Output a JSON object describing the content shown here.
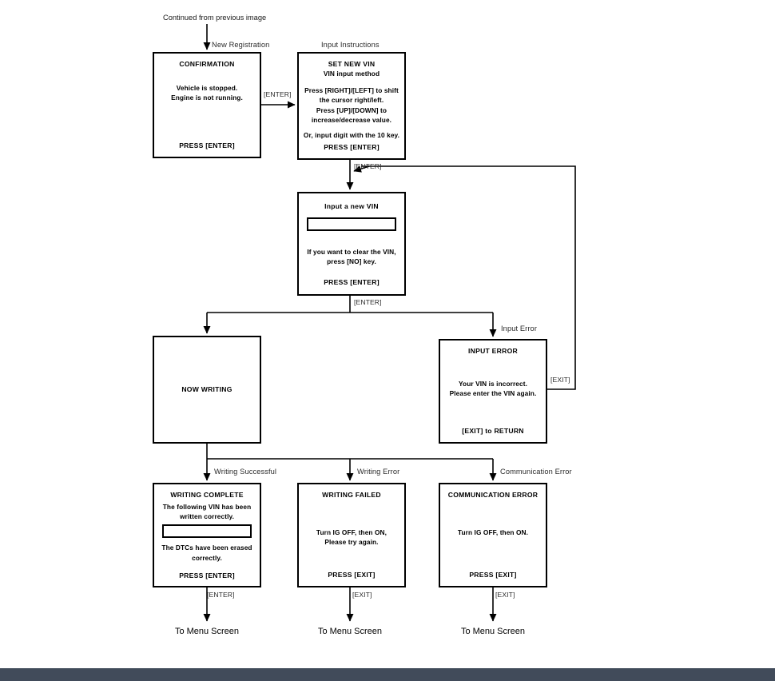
{
  "diagram": {
    "caption": "Continued from previous image",
    "terminal_text": "To Menu Screen"
  },
  "node_labels": {
    "new_registration": "New Registration",
    "input_instructions": "Input Instructions",
    "input_error": "Input Error",
    "writing_successful": "Writing Successful",
    "writing_error": "Writing Error",
    "communication_error": "Communication Error"
  },
  "edge_labels": {
    "enter_1": "[ENTER]",
    "enter_2": "[ENTER]",
    "enter_3": "[ENTER]",
    "exit_loop": "[EXIT]",
    "enter_complete": "[ENTER]",
    "exit_failed": "[EXIT]",
    "exit_comm": "[EXIT]"
  },
  "boxes": {
    "confirmation": {
      "title": "CONFIRMATION",
      "line1": "Vehicle is stopped.",
      "line2": "Engine is not running.",
      "footer": "PRESS [ENTER]"
    },
    "set_new_vin": {
      "title": "SET NEW VIN",
      "subtitle": "VIN input method",
      "line1": "Press [RIGHT]/[LEFT] to shift",
      "line2": "the cursor right/left.",
      "line3": "Press [UP]/[DOWN] to",
      "line4": "increase/decrease value.",
      "line5": "Or, input digit with the 10 key.",
      "footer": "PRESS [ENTER]"
    },
    "input_new_vin": {
      "title": "Input a new VIN",
      "field_value": "",
      "line1": "If you want to clear the VIN,",
      "line2": "press [NO] key.",
      "footer": "PRESS [ENTER]"
    },
    "now_writing": {
      "title": "NOW WRITING"
    },
    "input_error": {
      "title": "INPUT ERROR",
      "line1": "Your VIN is incorrect.",
      "line2": "Please enter the VIN again.",
      "footer": "[EXIT] to RETURN"
    },
    "writing_complete": {
      "title": "WRITING COMPLETE",
      "line1": "The following VIN has been",
      "line2": "written correctly.",
      "field_value": "",
      "line3": "The DTCs have been erased",
      "line4": "correctly.",
      "footer": "PRESS [ENTER]"
    },
    "writing_failed": {
      "title": "WRITING FAILED",
      "line1": "Turn IG OFF, then ON,",
      "line2": "Please try again.",
      "footer": "PRESS [EXIT]"
    },
    "communication_error": {
      "title": "COMMUNICATION ERROR",
      "line1": "Turn IG OFF, then ON.",
      "footer": "PRESS [EXIT]"
    }
  },
  "terminals": {
    "left": "To Menu Screen",
    "middle": "To Menu Screen",
    "right": "To Menu Screen"
  },
  "colors": {
    "line": "#000000",
    "background": "#ffffff",
    "footer_bar": "#414b5a"
  }
}
